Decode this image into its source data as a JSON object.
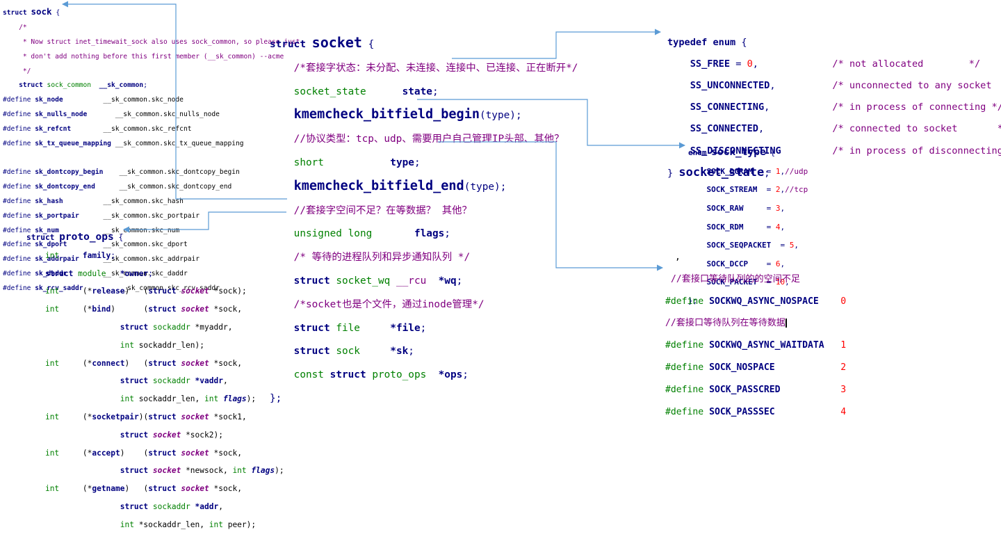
{
  "sock": {
    "header": {
      "kw": "struct",
      "name": "sock",
      "brace": " {"
    },
    "comments": [
      "    /*",
      "     * Now struct inet_timewait_sock also uses sock_common, so please just",
      "     * don't add nothing before this first member (__sk_common) --acme",
      "     */"
    ],
    "member": {
      "kw": "struct",
      "type": "sock_common",
      "name": "__sk_common",
      "end": ";"
    },
    "defines_a": [
      {
        "name": "sk_node",
        "value": "__sk_common.skc_node"
      },
      {
        "name": "sk_nulls_node",
        "value": "__sk_common.skc_nulls_node"
      },
      {
        "name": "sk_refcnt",
        "value": "__sk_common.skc_refcnt"
      },
      {
        "name": "sk_tx_queue_mapping",
        "value": "__sk_common.skc_tx_queue_mapping"
      }
    ],
    "defines_b": [
      {
        "name": "sk_dontcopy_begin",
        "value": "__sk_common.skc_dontcopy_begin"
      },
      {
        "name": "sk_dontcopy_end",
        "value": "__sk_common.skc_dontcopy_end"
      },
      {
        "name": "sk_hash",
        "value": "__sk_common.skc_hash"
      },
      {
        "name": "sk_portpair",
        "value": "__sk_common.skc_portpair"
      },
      {
        "name": "sk_num",
        "value": "__sk_common.skc_num"
      },
      {
        "name": "sk_dport",
        "value": "__sk_common.skc_dport"
      },
      {
        "name": "sk_addrpair",
        "value": "__sk_common.skc_addrpair"
      },
      {
        "name": "sk_daddr",
        "value": "__sk_common.skc_daddr"
      },
      {
        "name": "sk_rcv_saddr",
        "value": "__sk_common.skc_rcv_saddr"
      }
    ],
    "define_kw": "#define"
  },
  "socket": {
    "header": {
      "kw": "struct",
      "name": "socket",
      "brace": " {"
    },
    "c_state": "/*套接字状态：未分配、未连接、连接中、已连接、正在断开*/",
    "state_type": "socket_state",
    "state_name": "state",
    "bf_begin": "kmemcheck_bitfield_begin",
    "bf_end": "kmemcheck_bitfield_end",
    "bf_arg": "(type)",
    "c_type": "//协议类型：tcp、udp、需要用户自己管理IP头部、其他？",
    "short_type": "short",
    "type_name": "type",
    "c_flags": "//套接字空间不足？在等数据？ 其他？",
    "flags_type": "unsigned long",
    "flags_name": "flags",
    "c_wq": "/* 等待的进程队列和异步通知队列 */",
    "wq_type": "socket_wq",
    "wq_rcu": "__rcu",
    "wq_name": "*wq",
    "c_file": "/*socket也是个文件，通过inode管理*/",
    "file_type": "file",
    "file_name": "*file",
    "sk_type": "sock",
    "sk_name": "*sk",
    "ops_const": "const",
    "ops_type": "proto_ops",
    "ops_name": "*ops",
    "close": "};"
  },
  "socket_state": {
    "header": {
      "kw1": "typedef",
      "kw2": "enum",
      "brace": " {"
    },
    "items": [
      {
        "name": "SS_FREE",
        "sep": " = ",
        "val": "0",
        "end": ",",
        "comment": "/* not allocated        */"
      },
      {
        "name": "SS_UNCONNECTED",
        "end": ",",
        "comment": "/* unconnected to any socket    */"
      },
      {
        "name": "SS_CONNECTING",
        "end": ",",
        "comment": "/* in process of connecting */"
      },
      {
        "name": "SS_CONNECTED",
        "end": ",",
        "comment": "/* connected to socket       */"
      },
      {
        "name": "SS_DISCONNECTING",
        "end": "",
        "comment": "/* in process of disconnecting  */"
      }
    ],
    "close_brace": "} ",
    "typename": "socket_state",
    "semi": ";"
  },
  "sock_type": {
    "header": {
      "kw": "enum",
      "name": "sock_type",
      "brace": " {"
    },
    "items": [
      {
        "name": "SOCK_DGRAM",
        "val": "1",
        "comment": "//udp"
      },
      {
        "name": "SOCK_STREAM",
        "val": "2",
        "comment": "//tcp"
      },
      {
        "name": "SOCK_RAW",
        "val": "3",
        "comment": ""
      },
      {
        "name": "SOCK_RDM",
        "val": "4",
        "comment": ""
      },
      {
        "name": "SOCK_SEQPACKET",
        "val": "5",
        "comment": ""
      },
      {
        "name": "SOCK_DCCP",
        "val": "6",
        "comment": ""
      },
      {
        "name": "SOCK_PACKET",
        "val": "10",
        "comment": ""
      }
    ],
    "close": "};"
  },
  "sockwq": {
    "stray": ",",
    "c1": "//套接口等待队列的的空间不足",
    "d1": {
      "kw": "#define",
      "name": "SOCKWQ_ASYNC_NOSPACE",
      "val": "0"
    },
    "c2": "//套接口等待队列在等待数据",
    "d2": {
      "kw": "#define",
      "name": "SOCKWQ_ASYNC_WAITDATA",
      "val": "1"
    },
    "d3": {
      "kw": "#define",
      "name": "SOCK_NOSPACE",
      "val": "2"
    },
    "d4": {
      "kw": "#define",
      "name": "SOCK_PASSCRED",
      "val": "3"
    },
    "d5": {
      "kw": "#define",
      "name": "SOCK_PASSSEC",
      "val": "4"
    }
  },
  "proto_ops": {
    "header": {
      "kw": "struct",
      "name": "proto_ops",
      "brace": " {"
    },
    "family": {
      "type": "int",
      "name": "family"
    },
    "owner": {
      "kw": "struct",
      "type": "module",
      "name": "*owner"
    },
    "t_int": "int",
    "kw_struct": "struct",
    "t_socket": "socket",
    "t_sockaddr": "sockaddr",
    "release": "release",
    "bind": "bind",
    "connect": "connect",
    "socketpair": "socketpair",
    "accept": "accept",
    "getname": "getname",
    "sock": "*sock",
    "sock1": "*sock1",
    "sock2": "*sock2",
    "newsock": "*newsock",
    "myaddr": "*myaddr",
    "vaddr": "*vaddr",
    "addr": "*addr",
    "sockaddr_len": "sockaddr_len",
    "p_sockaddr_len": "*sockaddr_len",
    "flags": "flags",
    "peer": "peer"
  },
  "colors": {
    "keyword": "#000080",
    "type": "#008000",
    "comment": "#800080",
    "number": "#ff0000",
    "arrow": "#5b9bd5"
  }
}
